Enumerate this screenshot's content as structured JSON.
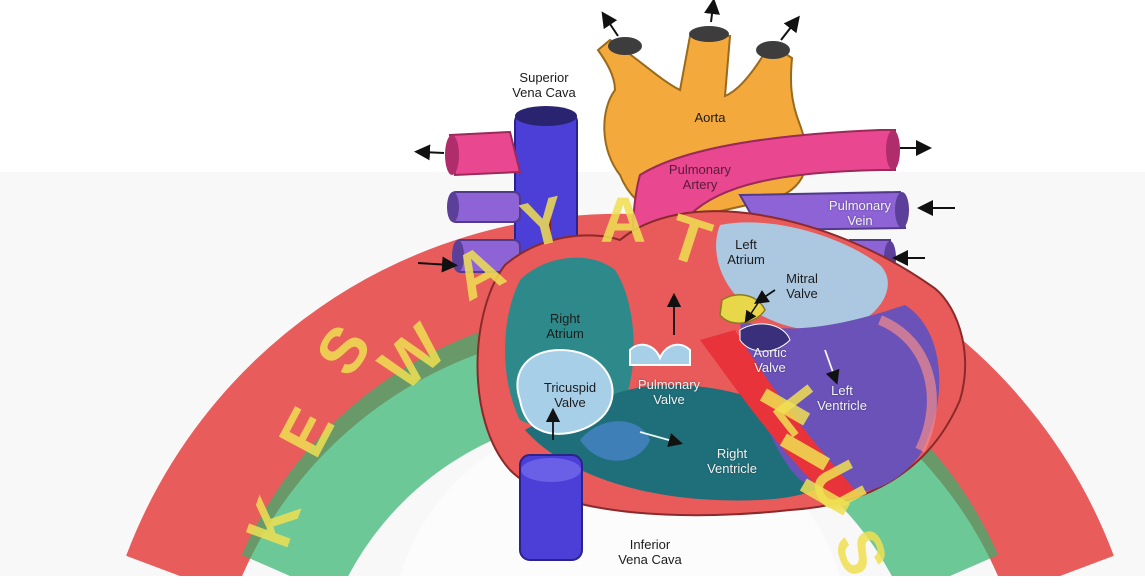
{
  "labels": {
    "superior_vena_cava": "Superior\nVena Cava",
    "aorta": "Aorta",
    "pulmonary_artery": "Pulmonary\nArtery",
    "pulmonary_vein": "Pulmonary\nVein",
    "left_atrium": "Left\nAtrium",
    "mitral_valve": "Mitral\nValve",
    "right_atrium": "Right\nAtrium",
    "aortic_valve": "Aortic\nValve",
    "tricuspid_valve": "Tricuspid\nValve",
    "pulmonary_valve": "Pulmonary\nValve",
    "left_ventricle": "Left\nVentricle",
    "right_ventricle": "Right\nVentricle",
    "inferior_vena_cava": "Inferior\nVena Cava"
  },
  "watermark": {
    "letters": [
      "K",
      "E",
      "S",
      "W",
      "A",
      "Y",
      "A",
      "T",
      "L",
      "U",
      "S"
    ]
  },
  "colors": {
    "aorta": "#f3a93c",
    "vena_cava": "#4b3fd8",
    "pulmonary_artery": "#e9478f",
    "pulmonary_vein": "#8d63d6",
    "heart_wall": "#e95a5a",
    "right_side_fill": "#2e8a8a",
    "left_side_fill": "#6a52b8",
    "valve": "#a8cfe8",
    "watermark_ring_red": "#e64545",
    "watermark_ring_green": "#32b46e",
    "watermark_text": "#f0e052"
  }
}
